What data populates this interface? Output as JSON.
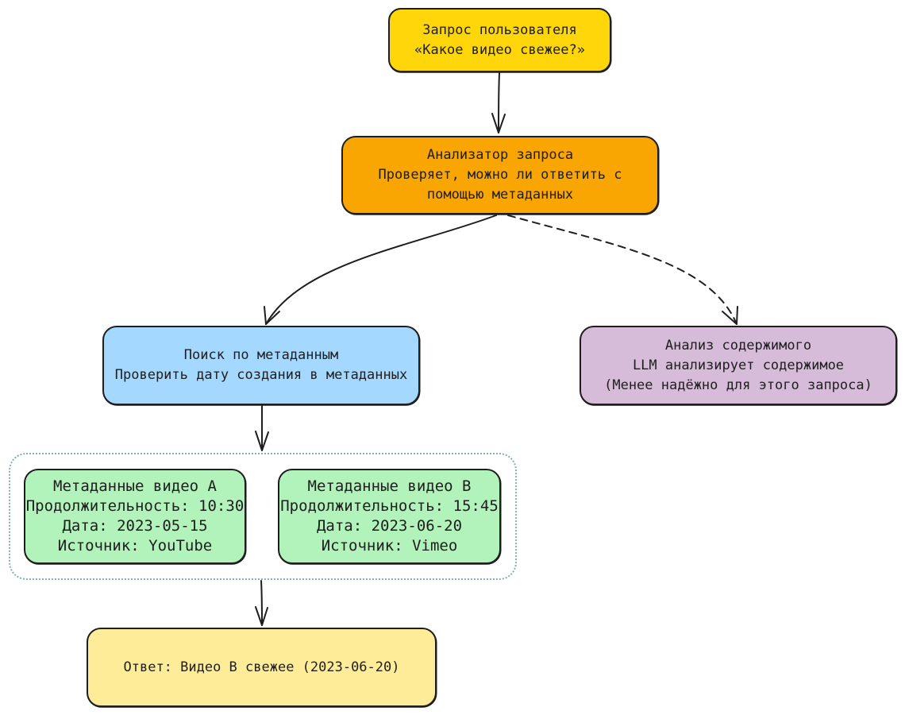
{
  "nodes": {
    "user_query": {
      "title": "Запрос пользователя",
      "text": "«Какое видео свежее?»",
      "fill": "#ffd60a"
    },
    "analyzer": {
      "title": "Анализатор запроса",
      "line2": "Проверяет, можно ли ответить с",
      "line3": "помощью метаданных",
      "fill": "#f9a602"
    },
    "metadata_search": {
      "title": "Поиск по метаданным",
      "text": "Проверить дату создания в метаданных",
      "fill": "#a5d8ff"
    },
    "content_analysis": {
      "title": "Анализ содержимого",
      "line2": "LLM анализирует содержимое",
      "line3": "(Менее надёжно для этого запроса)",
      "fill": "#d6bcd8"
    },
    "video_a": {
      "title": "Метаданные видео A",
      "duration": "Продолжительность: 10:30",
      "date": "Дата: 2023-05-15",
      "source": "Источник: YouTube",
      "fill": "#b2f2bb"
    },
    "video_b": {
      "title": "Метаданные видео B",
      "duration": "Продолжительность: 15:45",
      "date": "Дата: 2023-06-20",
      "source": "Источник: Vimeo",
      "fill": "#b2f2bb"
    },
    "answer": {
      "text": "Ответ: Видео B свежее (2023-06-20)",
      "fill": "#ffec99"
    }
  },
  "edges": [
    {
      "from": "user_query",
      "to": "analyzer",
      "style": "solid"
    },
    {
      "from": "analyzer",
      "to": "metadata_search",
      "style": "solid"
    },
    {
      "from": "analyzer",
      "to": "content_analysis",
      "style": "dashed"
    },
    {
      "from": "metadata_search",
      "to": "video_metadata_group",
      "style": "solid"
    },
    {
      "from": "video_metadata_group",
      "to": "answer",
      "style": "solid"
    }
  ],
  "colors": {
    "stroke": "#1e1e1e",
    "group_border": "#7fb3b0"
  }
}
